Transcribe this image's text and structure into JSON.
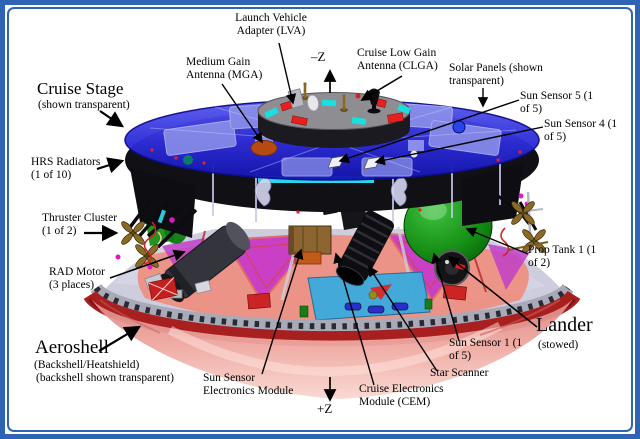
{
  "figure": {
    "description": "Cruise stage and aeroshell exploded-view labeled diagram",
    "border_color": "#2f64b4",
    "background_color": "#ffffff"
  },
  "labels": {
    "lva": "Launch Vehicle\nAdapter (LVA)",
    "mga": "Medium Gain\nAntenna (MGA)",
    "minus_z": "–Z",
    "plus_z": "+Z",
    "clga": "Cruise Low Gain\nAntenna (CLGA)",
    "solar_panels": "Solar Panels (shown\ntransparent)",
    "cruise_stage": {
      "title": "Cruise Stage",
      "sub": "(shown transparent)"
    },
    "sun_sensor_5": "Sun Sensor 5 (1\nof 5)",
    "sun_sensor_4": "Sun Sensor 4 (1\nof 5)",
    "hrs_radiators": "HRS Radiators\n(1 of 10)",
    "thruster_cluster": "Thruster Cluster\n(1 of 2)",
    "rad_motor": "RAD Motor\n(3 places)",
    "aeroshell": {
      "title": "Aeroshell",
      "sub1": "(Backshell/Heatshield)",
      "sub2": "(backshell shown transparent)"
    },
    "ssem": "Sun Sensor\nElectronics Module",
    "cem": "Cruise Electronics\nModule (CEM)",
    "star_scanner": "Star Scanner",
    "sun_sensor_1": "Sun Sensor 1 (1\nof 5)",
    "lander": {
      "title": "Lander",
      "sub": "(stowed)"
    },
    "prop_tank": "Prop Tank 1 (1\nof 2)"
  },
  "colors": {
    "cruise_stage_blue": "#2525cf",
    "radiator_black": "#111116",
    "aeroshell_rim_red": "#a81f1f",
    "aeroshell_cone_pink": "#f0b0a8",
    "prop_tank_green": "#1a8a1a",
    "lander_petal_magenta": "#c83cc8",
    "cem_box_blue": "#3aabdd",
    "ssem_box_brown": "#8c6530",
    "mga_orange": "#b54a12",
    "hrs_strip_cyan": "#28d8e8"
  }
}
